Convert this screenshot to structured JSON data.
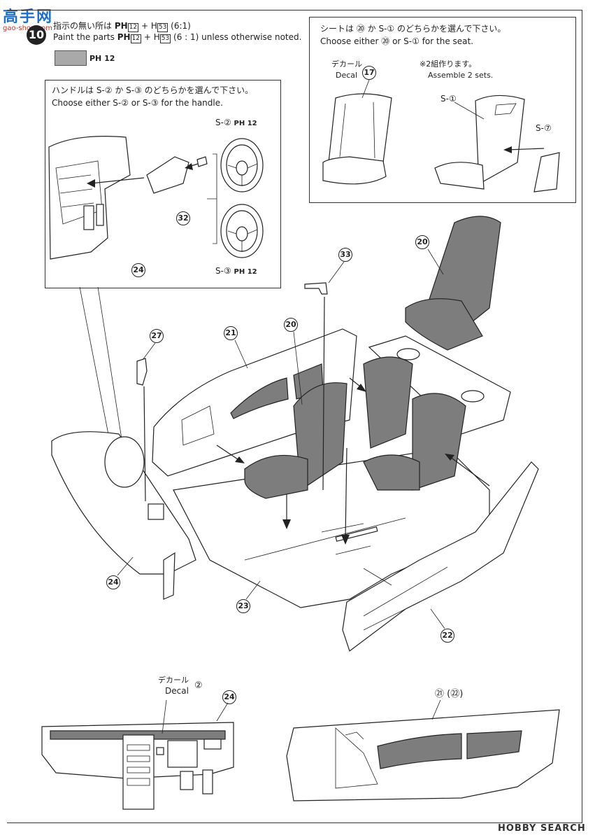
{
  "watermark": {
    "top": "高手网",
    "bottom": "gao-shou.com"
  },
  "step": "10",
  "header": {
    "jp": "指示の無い所は",
    "paint_code1": "PH",
    "code1": "12",
    "plus": "+",
    "paint_code2": "H",
    "code2": "53",
    "ratio": "(6:1)",
    "en_prefix": "Paint the parts",
    "en_suffix": "(6 : 1) unless otherwise noted.",
    "swatch_label": "PH 12"
  },
  "seat_box": {
    "jp": "シートは ⑳ か S-① のどちらかを選んで下さい。",
    "en": "Choose either ⑳ or S-① for the seat.",
    "decal_jp": "デカール",
    "decal_en": "Decal",
    "decal_num": "17",
    "assemble_jp": "※2組作ります。",
    "assemble_en": "Assemble 2 sets.",
    "s1": "S-①",
    "s7": "S-⑦"
  },
  "handle_box": {
    "jp": "ハンドルは S-② か S-③ のどちらかを選んで下さい。",
    "en": "Choose either S-② or S-③ for the handle.",
    "s2": "S-②",
    "s3": "S-③",
    "paint": "PH 12",
    "part32": "32",
    "part24": "24"
  },
  "parts": {
    "p20a": "20",
    "p33": "33",
    "p21": "21",
    "p20b": "20",
    "p27": "27",
    "p24": "24",
    "p23": "23",
    "p22": "22"
  },
  "bottom": {
    "decal_jp": "デカール",
    "decal_en": "Decal",
    "decal_num": "②",
    "p24": "24",
    "p21_22": "㉑ (㉒)"
  },
  "footer": {
    "brand": "HOBBY SEARCH"
  }
}
